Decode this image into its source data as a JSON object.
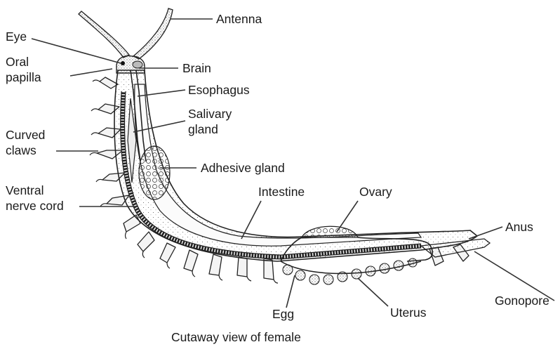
{
  "diagram": {
    "caption": "Cutaway view of female",
    "labels": {
      "antenna": "Antenna",
      "eye": "Eye",
      "oral_papilla_1": "Oral",
      "oral_papilla_2": "papilla",
      "brain": "Brain",
      "esophagus": "Esophagus",
      "salivary_gland_1": "Salivary",
      "salivary_gland_2": "gland",
      "curved_claws_1": "Curved",
      "curved_claws_2": "claws",
      "adhesive_gland": "Adhesive gland",
      "ventral_nerve_cord_1": "Ventral",
      "ventral_nerve_cord_2": "nerve cord",
      "intestine": "Intestine",
      "ovary": "Ovary",
      "anus": "Anus",
      "gonopore": "Gonopore",
      "egg": "Egg",
      "uterus": "Uterus"
    }
  }
}
